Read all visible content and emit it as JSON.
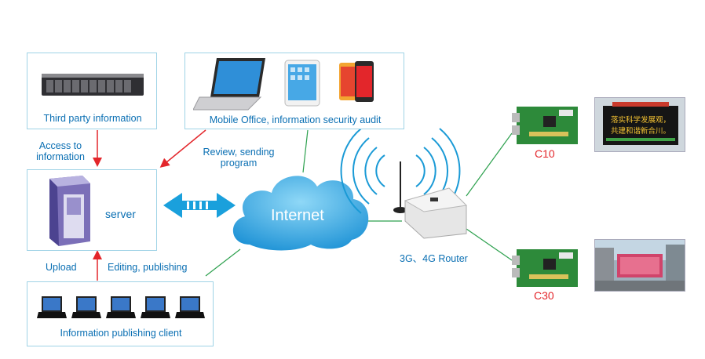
{
  "boxes": {
    "third_party": "Third party information",
    "mobile_office": "Mobile Office, information security audit",
    "server": "server",
    "publishing_client": "Information publishing client"
  },
  "labels": {
    "access": "Access to\ninformation",
    "review": "Review, sending\nprogram",
    "upload": "Upload",
    "editing": "Editing, publishing",
    "internet": "Internet",
    "router": "3G、4G Router",
    "c10": "C10",
    "c30": "C30"
  },
  "screen_text": {
    "line1": "落实科学发展观，",
    "line2": "共建和谐新合川。"
  },
  "colors": {
    "box_border": "#9fd3e6",
    "label_blue": "#0a6fb3",
    "red": "#e3262b",
    "green_line": "#2ea14f",
    "arrow_red": "#e3262b"
  }
}
